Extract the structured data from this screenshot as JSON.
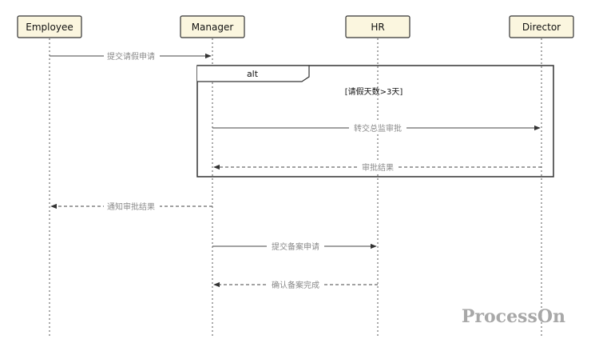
{
  "participants": [
    {
      "id": "employee",
      "label": "Employee"
    },
    {
      "id": "manager",
      "label": "Manager"
    },
    {
      "id": "hr",
      "label": "HR"
    },
    {
      "id": "director",
      "label": "Director"
    }
  ],
  "fragment": {
    "kind": "alt",
    "guard": "[请假天数>3天]"
  },
  "messages": [
    {
      "id": "m1",
      "from": "employee",
      "to": "manager",
      "label": "提交请假申请",
      "style": "solid"
    },
    {
      "id": "m2",
      "from": "manager",
      "to": "director",
      "label": "转交总监审批",
      "style": "solid"
    },
    {
      "id": "m3",
      "from": "director",
      "to": "manager",
      "label": "审批结果",
      "style": "dashed"
    },
    {
      "id": "m4",
      "from": "manager",
      "to": "employee",
      "label": "通知审批结果",
      "style": "dashed"
    },
    {
      "id": "m5",
      "from": "manager",
      "to": "hr",
      "label": "提交备案申请",
      "style": "solid"
    },
    {
      "id": "m6",
      "from": "hr",
      "to": "manager",
      "label": "确认备案完成",
      "style": "dashed"
    }
  ],
  "watermark": "ProcessOn",
  "colors": {
    "actor_fill": "#fbf6df",
    "actor_stroke": "#333333",
    "line": "#444444",
    "label": "#8a8a8a",
    "watermark": "#a8a8a8"
  }
}
